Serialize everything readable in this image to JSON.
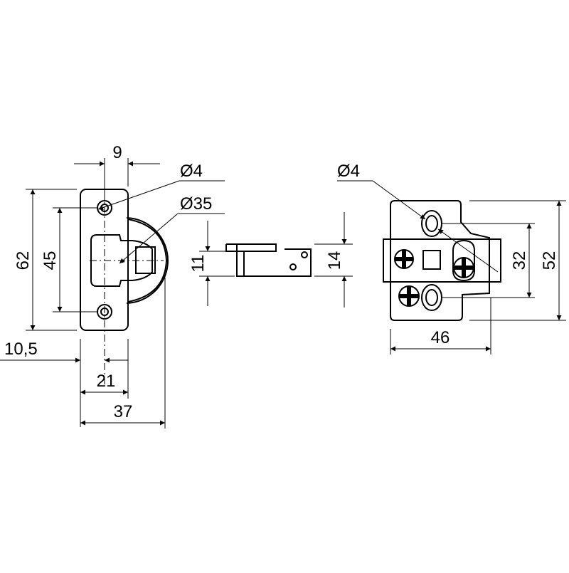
{
  "colors": {
    "line": "#000000",
    "background": "#ffffff"
  },
  "dimensions": {
    "d9": "9",
    "d62": "62",
    "d45": "45",
    "d_hole_left": "Ø4",
    "d_cup": "Ø35",
    "d10_5": "10,5",
    "d21": "21",
    "d37": "37",
    "d11": "11",
    "d14": "14",
    "d_hole_right": "Ø4",
    "d32": "32",
    "d52": "52",
    "d46": "46"
  }
}
